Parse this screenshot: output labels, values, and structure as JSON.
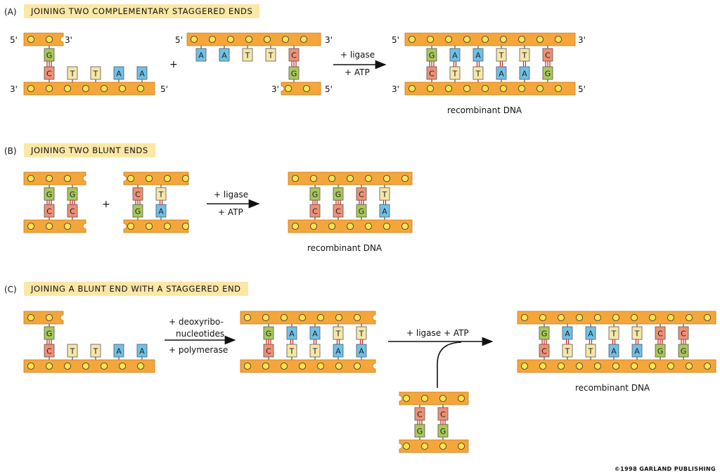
{
  "colors": {
    "backbone": "#f5a63a",
    "backbone_stroke": "#c47a18",
    "phosphate": "#ffe24d",
    "G": "#a9c85a",
    "C": "#ef9075",
    "T": "#f6e7a8",
    "A": "#6fc1e8",
    "bond": "#c82020",
    "title_bg": "#fbe7a6"
  },
  "sections": {
    "a": {
      "label": "(A)",
      "title": "JOINING TWO COMPLEMENTARY STAGGERED ENDS",
      "arrow_top": "+ ligase",
      "arrow_bottom": "+ ATP",
      "result": "recombinant DNA"
    },
    "b": {
      "label": "(B)",
      "title": "JOINING TWO BLUNT ENDS",
      "arrow_top": "+ ligase",
      "arrow_bottom": "+ ATP",
      "result": "recombinant DNA"
    },
    "c": {
      "label": "(C)",
      "title": "JOINING A BLUNT END WITH A STAGGERED END",
      "step1_line1": "+ deoxyribo-",
      "step1_line2": "nucleotides",
      "step1_line3": "+ polymerase",
      "step2": "+ ligase + ATP",
      "result": "recombinant DNA"
    }
  },
  "plus": "+",
  "ends": {
    "five": "5'",
    "three": "3'"
  },
  "copyright": "©1998 GARLAND PUBLISHING",
  "diagrams": {
    "a1": {
      "top_bases": [
        "G"
      ],
      "bottom_bases": [
        "C",
        "T",
        "T",
        "A",
        "A"
      ]
    },
    "a2": {
      "top_bases": [
        "A",
        "A",
        "T",
        "T",
        "C"
      ],
      "bottom_bases": [
        "G"
      ]
    },
    "a3": {
      "top_bases": [
        "G",
        "A",
        "A",
        "T",
        "T",
        "C"
      ],
      "bottom_bases": [
        "C",
        "T",
        "T",
        "A",
        "A",
        "G"
      ]
    },
    "b1": {
      "top_bases": [
        "G",
        "G"
      ],
      "bottom_bases": [
        "C",
        "C"
      ]
    },
    "b2": {
      "top_bases": [
        "C",
        "T"
      ],
      "bottom_bases": [
        "G",
        "A"
      ]
    },
    "b3": {
      "top_bases": [
        "G",
        "G",
        "C",
        "T"
      ],
      "bottom_bases": [
        "C",
        "C",
        "G",
        "A"
      ]
    },
    "c1": {
      "top_bases": [
        "G"
      ],
      "bottom_bases": [
        "C",
        "T",
        "T",
        "A",
        "A"
      ]
    },
    "c2": {
      "top_bases": [
        "G",
        "A",
        "A",
        "T",
        "T"
      ],
      "bottom_bases": [
        "C",
        "T",
        "T",
        "A",
        "A"
      ]
    },
    "c3": {
      "top_bases": [
        "C",
        "C"
      ],
      "bottom_bases": [
        "G",
        "G"
      ]
    },
    "c4": {
      "top_bases": [
        "G",
        "A",
        "A",
        "T",
        "T",
        "C",
        "C"
      ],
      "bottom_bases": [
        "C",
        "T",
        "T",
        "A",
        "A",
        "G",
        "G"
      ]
    }
  }
}
